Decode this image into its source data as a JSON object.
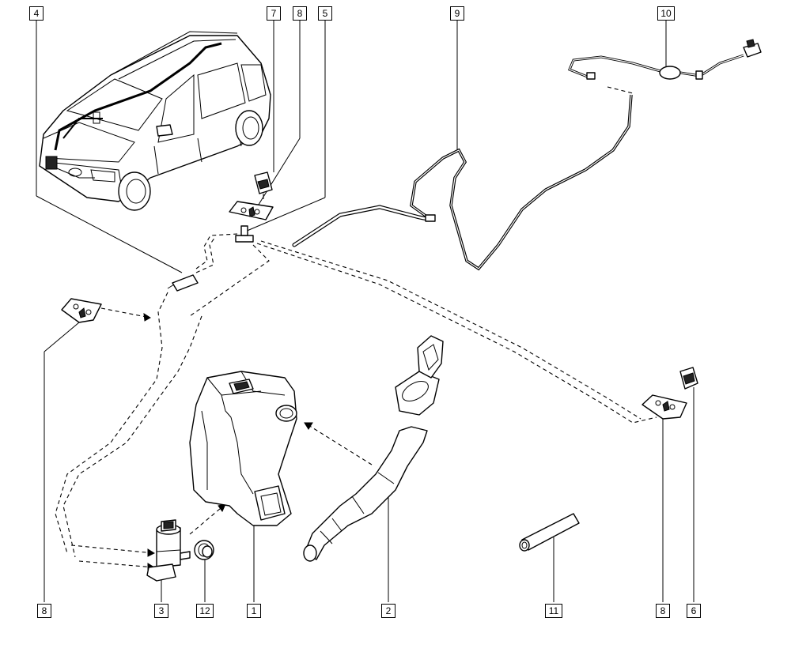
{
  "callouts": [
    {
      "label": "4"
    },
    {
      "label": "7"
    },
    {
      "label": "8"
    },
    {
      "label": "5"
    },
    {
      "label": "9"
    },
    {
      "label": "10"
    },
    {
      "label": "8"
    },
    {
      "label": "3"
    },
    {
      "label": "12"
    },
    {
      "label": "1"
    },
    {
      "label": "2"
    },
    {
      "label": "11"
    },
    {
      "label": "8"
    },
    {
      "label": "6"
    }
  ]
}
